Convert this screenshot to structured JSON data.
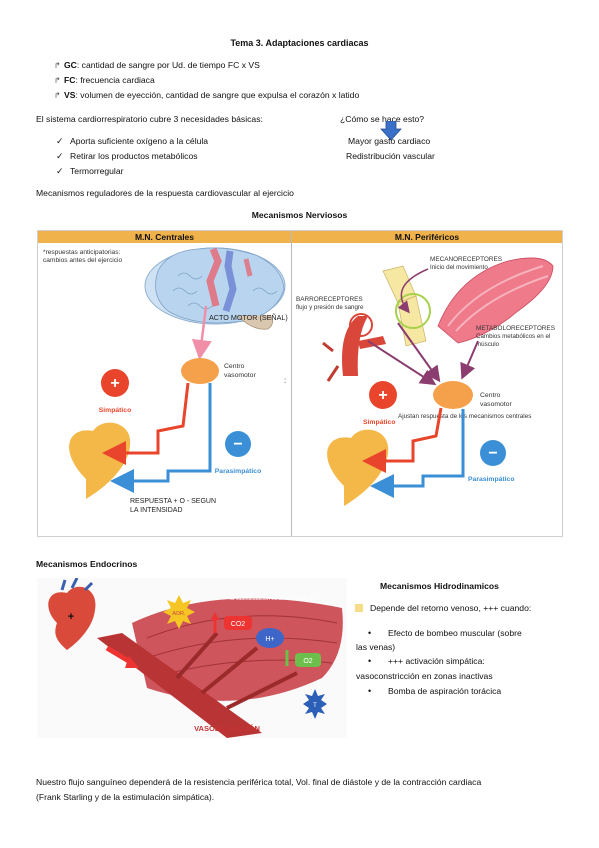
{
  "title": "Tema 3. Adaptaciones cardiacas",
  "definitions": [
    {
      "term": "GC",
      "text": ": cantidad de sangre por Ud. de tiempo FC x VS"
    },
    {
      "term": "FC",
      "text": ": frecuencia cardiaca"
    },
    {
      "term": "VS",
      "text": ": volumen de eyección, cantidad de sangre que expulsa el corazón x latido"
    }
  ],
  "needs_intro": "El sistema cardiorrespiratorio cubre 3 necesidades básicas:",
  "how_question": "¿Cómo se hace esto?",
  "needs": [
    "Aporta suficiente oxígeno a la célula",
    "Retirar los productos metabólicos",
    "Termorregular"
  ],
  "answers": [
    "Mayor gasto cardiaco",
    "Redistribución vascular"
  ],
  "mechanisms_intro": "Mecanismos reguladores de la respuesta cardiovascular al ejercicio",
  "nervous_heading": "Mecanismos Nerviosos",
  "central": {
    "header": "M.N. Centrales",
    "note_line1": "*respuestas anticipatorias:",
    "note_line2": "cambios antes del ejercicio",
    "acto_motor": "ACTO MOTOR (SEÑAL)",
    "centro_line1": "Centro",
    "centro_line2": "vasomotor",
    "simpatico": "Simpático",
    "parasimpatico": "Parasimpático",
    "respuesta_line1": "RESPUESTA + O - SEGUN",
    "respuesta_line2": "LA INTENSIDAD",
    "colon": ":"
  },
  "peripheral": {
    "header": "M.N. Periféricos",
    "mecano_line1": "MECANORECEPTORES",
    "mecano_line2": "Inicio del movimiento",
    "baro_line1": "BARRORECEPTORES",
    "baro_line2": "flujo y presión de sangre",
    "metabo_line1": "METABOLORECEPTORES",
    "metabo_line2": "Cambios metabólicos en el",
    "metabo_line3": "músculo",
    "centro_line1": "Centro",
    "centro_line2": "vasomotor",
    "ajustan": "Ajustan respuesta de los mecanismos centrales",
    "simpatico": "Simpático",
    "parasimpatico": "Parasimpático"
  },
  "endocrine_heading": "Mecanismos Endocrinos",
  "endocrine_fig": {
    "caption": "la vasodilatación es el resultado de:",
    "adr": "ADR.",
    "co2": "CO2",
    "h": "H+",
    "o2": "O2",
    "t": "T",
    "vaso": "VASODILATACIÓN"
  },
  "hydro_heading": "Mecanismos Hidrodinamicos",
  "hydro_intro": "Depende del retorno venoso, +++ cuando:",
  "hydro_items": [
    {
      "line1": "Efecto de bombeo muscular (sobre",
      "line2": "las venas)"
    },
    {
      "line1": "+++ activación simpática:",
      "line2": "vasoconstricción en zonas inactivas"
    },
    {
      "line1": "Bomba de aspiración torácica",
      "line2": ""
    }
  ],
  "footer_line1": "Nuestro flujo sanguíneo dependerá de la resistencia periférica total, Vol. final de diástole y de la contracción cardiaca",
  "footer_line2": "(Frank Starling y de la estimulación simpática).",
  "colors": {
    "header_orange": "#f0b24a",
    "red": "#e8452c",
    "blue": "#3b8fd6",
    "orange": "#f5a04a",
    "pink": "#f28fa8"
  }
}
